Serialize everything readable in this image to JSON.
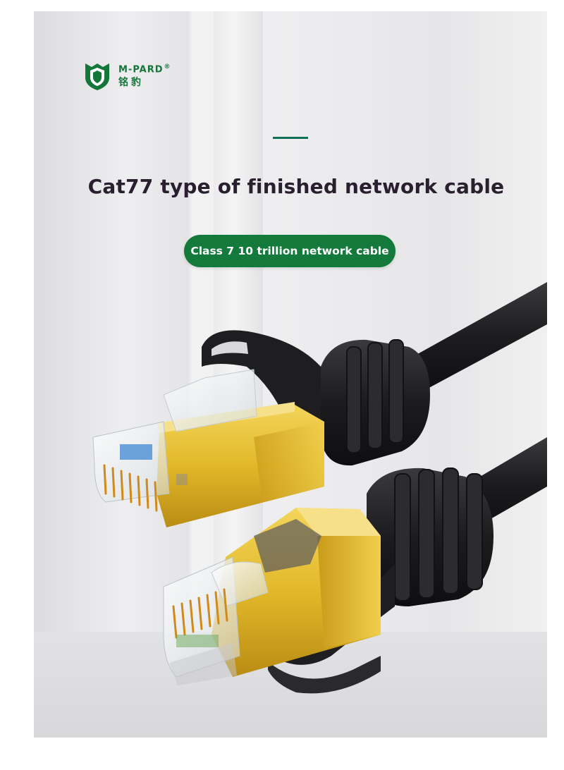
{
  "brand": {
    "name_en": "M-PARD",
    "registered_mark": "®",
    "name_cn": "铭豹",
    "color": "#13773a"
  },
  "headline": "Cat77 type of finished network cable",
  "badge": {
    "label": "Class 7 10 trillion network cable",
    "color": "#147a3c"
  },
  "colors": {
    "accent_line": "#12705a",
    "headline_text": "#2a1f2e",
    "connector_gold": "#e2b829",
    "cable_black": "#1c1c1e"
  },
  "illustration": {
    "subject": "two black network cables with gold-plated RJ45 connectors"
  }
}
